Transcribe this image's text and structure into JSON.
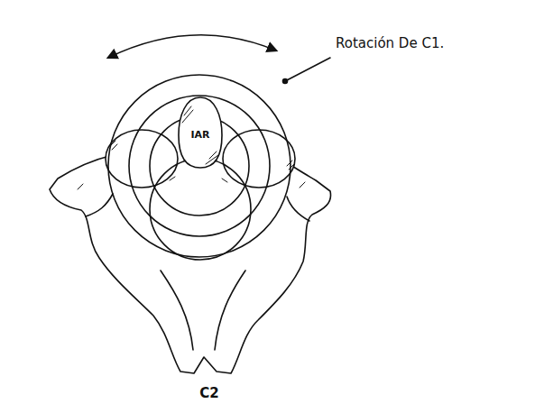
{
  "diagram": {
    "labels": [
      "IAR",
      "Rotación De C1.",
      "C2"
    ]
  }
}
